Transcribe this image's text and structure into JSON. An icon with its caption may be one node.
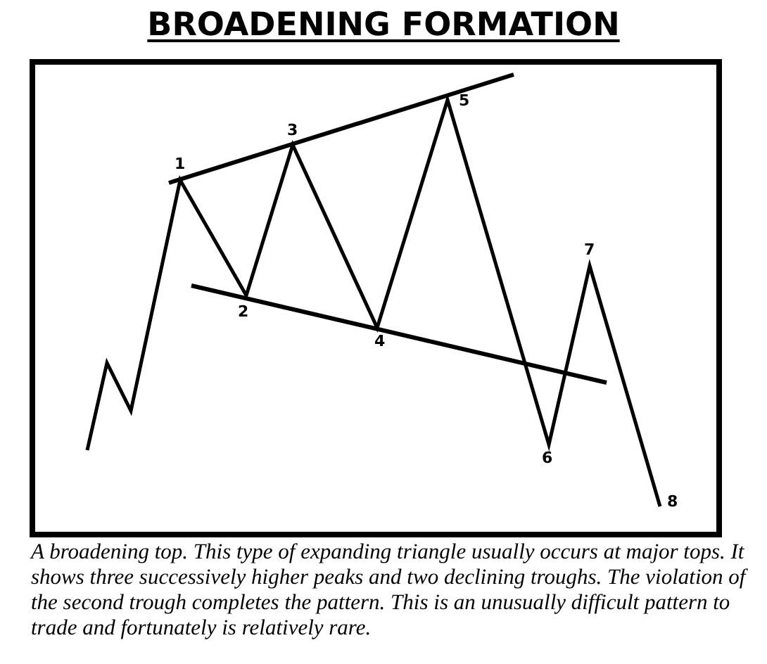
{
  "diagram": {
    "title": "BROADENING FORMATION",
    "caption": "A broadening top. This type of expanding triangle usually occurs at major tops. It shows three successively higher peaks and two declining troughs. The violation of the second trough completes the pattern. This is an unusually difficult pattern to trade and fortunately is relatively rare.",
    "labels": [
      "1",
      "2",
      "3",
      "4",
      "5",
      "6",
      "7",
      "8"
    ]
  }
}
